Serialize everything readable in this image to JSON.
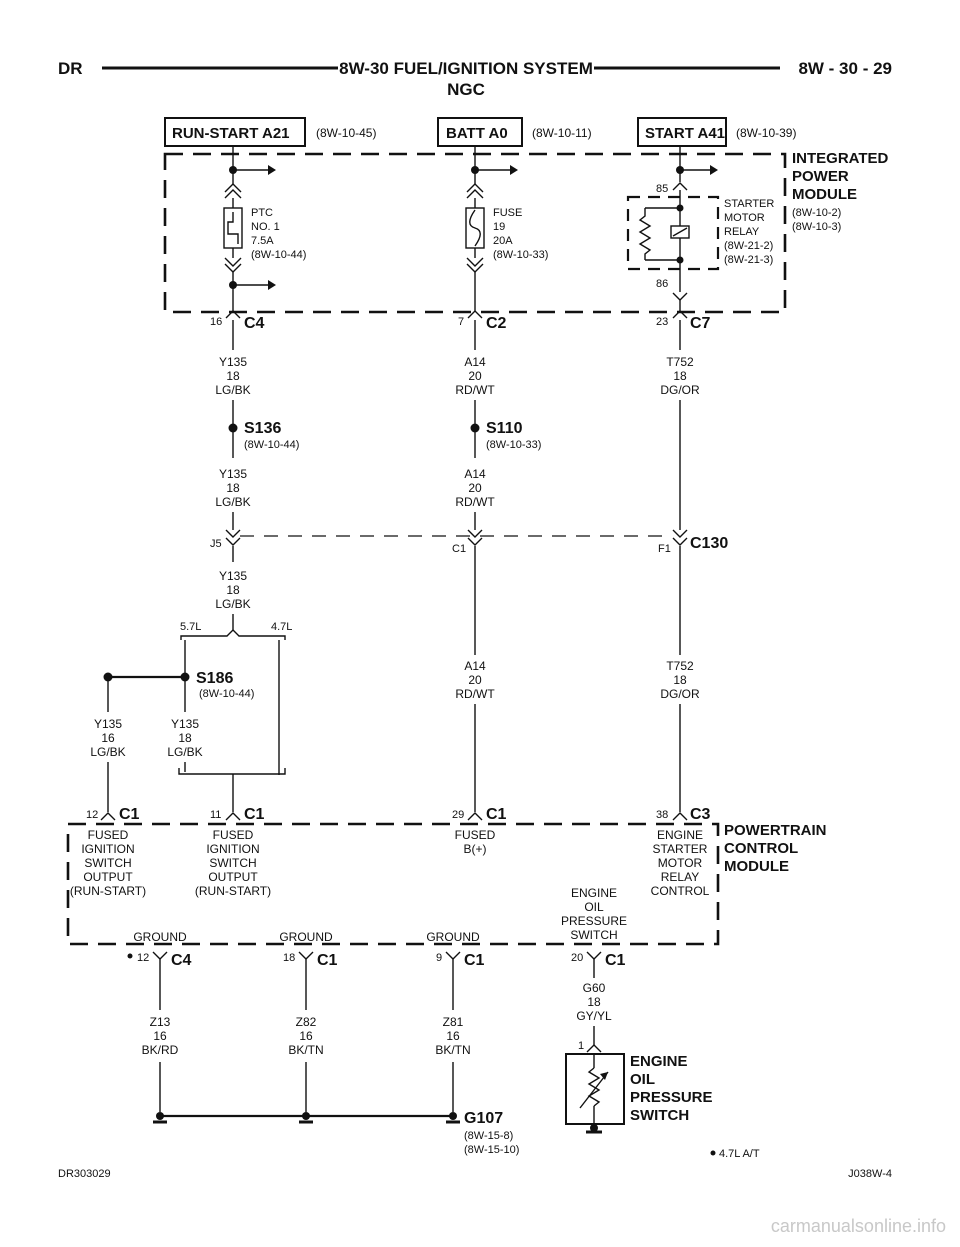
{
  "header": {
    "left": "DR",
    "title": "8W-30 FUEL/IGNITION SYSTEM",
    "subtitle": "NGC",
    "right": "8W - 30 - 29"
  },
  "sources": [
    {
      "label": "RUN-START A21",
      "ref": "(8W-10-45)"
    },
    {
      "label": "BATT A0",
      "ref": "(8W-10-11)"
    },
    {
      "label": "START A41",
      "ref": "(8W-10-39)"
    }
  ],
  "ipm": {
    "l1": "INTEGRATED",
    "l2": "POWER",
    "l3": "MODULE",
    "r1": "(8W-10-2)",
    "r2": "(8W-10-3)"
  },
  "ptc": {
    "l1": "PTC",
    "l2": "NO. 1",
    "l3": "7.5A",
    "l4": "(8W-10-44)"
  },
  "fuse": {
    "l1": "FUSE",
    "l2": "19",
    "l3": "20A",
    "l4": "(8W-10-33)"
  },
  "relay": {
    "pin85": "85",
    "pin86": "86",
    "l1": "STARTER",
    "l2": "MOTOR",
    "l3": "RELAY",
    "l4": "(8W-21-2)",
    "l5": "(8W-21-3)"
  },
  "ipm_conn": {
    "a": {
      "pin": "16",
      "name": "C4"
    },
    "b": {
      "pin": "7",
      "name": "C2"
    },
    "c": {
      "pin": "23",
      "name": "C7"
    }
  },
  "wires": {
    "w1": {
      "c": "Y135",
      "g": "18",
      "col": "LG/BK"
    },
    "w2": {
      "c": "A14",
      "g": "20",
      "col": "RD/WT"
    },
    "w3": {
      "c": "T752",
      "g": "18",
      "col": "DG/OR"
    },
    "w4": {
      "c": "Y135",
      "g": "18",
      "col": "LG/BK"
    },
    "w5": {
      "c": "A14",
      "g": "20",
      "col": "RD/WT"
    },
    "w6": {
      "c": "Y135",
      "g": "18",
      "col": "LG/BK"
    },
    "w7": {
      "c": "A14",
      "g": "20",
      "col": "RD/WT"
    },
    "w8": {
      "c": "T752",
      "g": "18",
      "col": "DG/OR"
    },
    "w9": {
      "c": "Y135",
      "g": "16",
      "col": "LG/BK"
    },
    "w10": {
      "c": "Y135",
      "g": "18",
      "col": "LG/BK"
    },
    "w11": {
      "c": "G60",
      "g": "18",
      "col": "GY/YL"
    },
    "w12": {
      "c": "Z13",
      "g": "16",
      "col": "BK/RD"
    },
    "w13": {
      "c": "Z82",
      "g": "16",
      "col": "BK/TN"
    },
    "w14": {
      "c": "Z81",
      "g": "16",
      "col": "BK/TN"
    }
  },
  "splices": {
    "s136": {
      "name": "S136",
      "ref": "(8W-10-44)"
    },
    "s110": {
      "name": "S110",
      "ref": "(8W-10-33)"
    },
    "s186": {
      "name": "S186",
      "ref": "(8W-10-44)"
    }
  },
  "c130": {
    "name": "C130",
    "p1": "J5",
    "p2": "C1",
    "p3": "F1"
  },
  "engine_split": {
    "left": "5.7L",
    "right": "4.7L"
  },
  "pcm_conn": {
    "a": {
      "pin": "12",
      "name": "C1"
    },
    "b": {
      "pin": "11",
      "name": "C1"
    },
    "c": {
      "pin": "29",
      "name": "C1"
    },
    "d": {
      "pin": "38",
      "name": "C3"
    }
  },
  "pcm": {
    "l1": "POWERTRAIN",
    "l2": "CONTROL",
    "l3": "MODULE"
  },
  "pcm_labels": {
    "fis1": {
      "l1": "FUSED",
      "l2": "IGNITION",
      "l3": "SWITCH",
      "l4": "OUTPUT",
      "l5": "(RUN-START)"
    },
    "fis2": {
      "l1": "FUSED",
      "l2": "IGNITION",
      "l3": "SWITCH",
      "l4": "OUTPUT",
      "l5": "(RUN-START)"
    },
    "fb": {
      "l1": "FUSED",
      "l2": "B(+)"
    },
    "esmr": {
      "l1": "ENGINE",
      "l2": "STARTER",
      "l3": "MOTOR",
      "l4": "RELAY",
      "l5": "CONTROL"
    },
    "eops": {
      "l1": "ENGINE",
      "l2": "OIL",
      "l3": "PRESSURE",
      "l4": "SWITCH"
    },
    "gnd1": "GROUND",
    "gnd2": "GROUND",
    "gnd3": "GROUND"
  },
  "pcm_bottom": {
    "a": {
      "pin": "12",
      "name": "C4"
    },
    "b": {
      "pin": "18",
      "name": "C1"
    },
    "c": {
      "pin": "9",
      "name": "C1"
    },
    "d": {
      "pin": "20",
      "name": "C1"
    }
  },
  "oil_switch": {
    "pin": "1",
    "l1": "ENGINE",
    "l2": "OIL",
    "l3": "PRESSURE",
    "l4": "SWITCH"
  },
  "ground": {
    "name": "G107",
    "r1": "(8W-15-8)",
    "r2": "(8W-15-10)"
  },
  "footer": {
    "note": "4.7L A/T",
    "left": "DR303029",
    "right": "J038W-4"
  },
  "watermark": "carmanualsonline.info"
}
